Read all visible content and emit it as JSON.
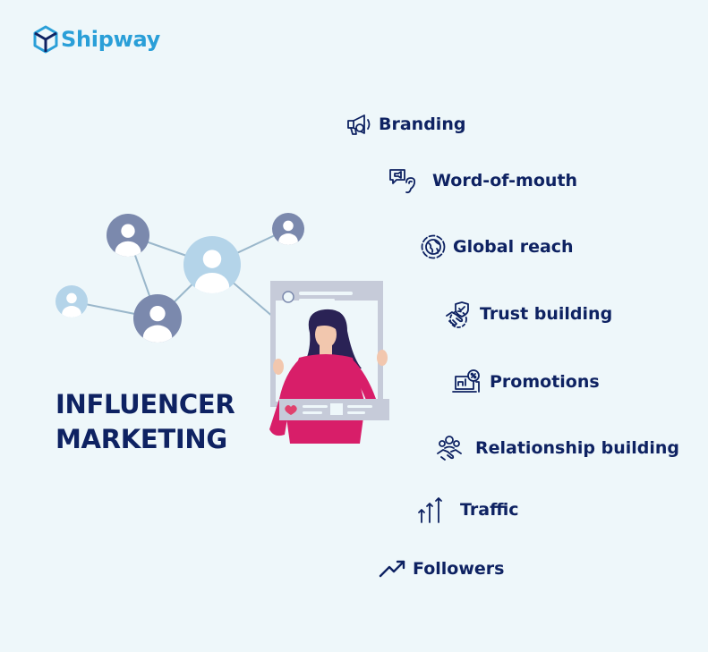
{
  "brand": {
    "name": "Shipway",
    "color": "#2a9fd8"
  },
  "title": {
    "line1": "INFLUENCER",
    "line2": "MARKETING",
    "color": "#0e2262"
  },
  "benefits": [
    {
      "label": "Branding",
      "icon": "megaphone-icon"
    },
    {
      "label": "Word-of-mouth",
      "icon": "speech-ear-icon"
    },
    {
      "label": "Global reach",
      "icon": "globe-icon"
    },
    {
      "label": "Trust building",
      "icon": "handshake-shield-icon"
    },
    {
      "label": "Promotions",
      "icon": "discount-laptop-icon"
    },
    {
      "label": "Relationship building",
      "icon": "people-handshake-icon"
    },
    {
      "label": "Traffic",
      "icon": "up-arrows-icon"
    },
    {
      "label": "Followers",
      "icon": "trending-up-icon"
    }
  ],
  "colors": {
    "text": "#0e2262",
    "node_dark": "#7b89ad",
    "node_light": "#b4d4e9",
    "line": "#9ab7cb",
    "frame": "#c6cbd9",
    "shirt": "#d81e69",
    "hair": "#2a2255",
    "skin": "#f2c7ae",
    "heart": "#e0416d"
  }
}
